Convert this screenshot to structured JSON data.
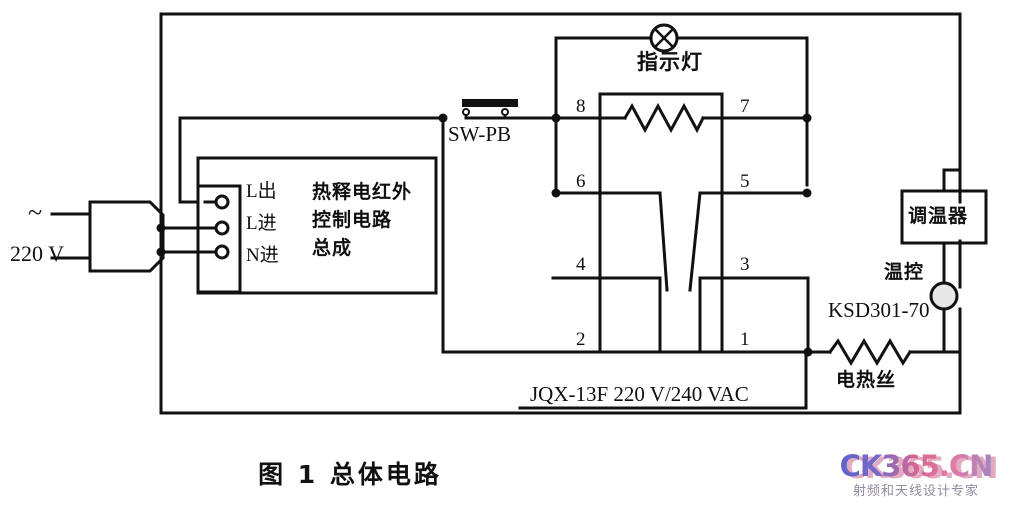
{
  "figure": {
    "caption": "图 1   总体电路",
    "caption_number": "图 1",
    "caption_title": "总体电路"
  },
  "power_source": {
    "symbol": "~",
    "voltage": "220 V",
    "plug_icon": "ac-plug-icon"
  },
  "terminal_block": {
    "terminals": [
      {
        "label": "L出",
        "pin_icon": "terminal-screw-icon"
      },
      {
        "label": "L进",
        "pin_icon": "terminal-screw-icon"
      },
      {
        "label": "N进",
        "pin_icon": "terminal-screw-icon"
      }
    ]
  },
  "control_module": {
    "line1": "热释电红外",
    "line2": "控制电路",
    "line3": "总成"
  },
  "switch": {
    "label": "SW-PB",
    "icon": "push-button-switch-icon"
  },
  "indicator_lamp": {
    "label": "指示灯",
    "icon": "lamp-cross-circle-icon"
  },
  "relay": {
    "label": "JQX-13F  220 V/240 VAC",
    "model": "JQX-13F",
    "rating": "220 V/240 VAC",
    "coil_icon": "coil-resistor-icon",
    "pins": {
      "p8": "8",
      "p7": "7",
      "p6": "6",
      "p5": "5",
      "p4": "4",
      "p3": "3",
      "p2": "2",
      "p1": "1"
    }
  },
  "thermostat": {
    "label": "调温器"
  },
  "thermal_protector": {
    "label_line1": "温控",
    "label_line2": "KSD301-70",
    "icon": "thermal-cutout-icon"
  },
  "heater": {
    "label": "电热丝",
    "icon": "resistor-zigzag-icon"
  },
  "watermark": {
    "main": "CK365.CN",
    "sub": "射频和天线设计专家",
    "color_a": "#4a53c8",
    "color_b": "#d05a8a"
  },
  "colors": {
    "line": "#111111",
    "background": "#ffffff",
    "text": "#101010"
  }
}
